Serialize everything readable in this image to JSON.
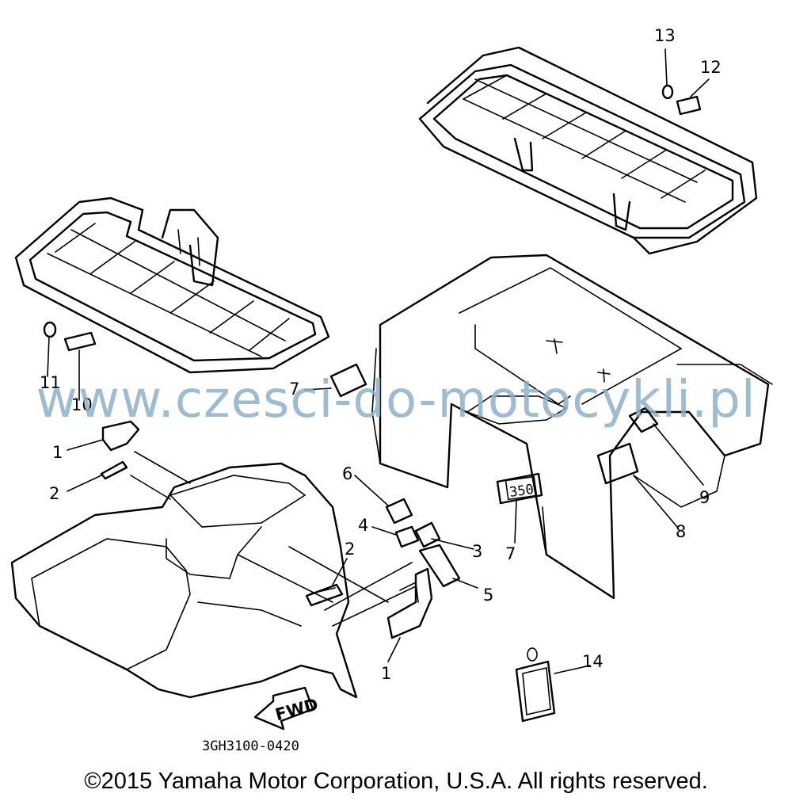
{
  "diagram": {
    "callouts": [
      {
        "id": "c1a",
        "label": "1"
      },
      {
        "id": "c2a",
        "label": "2"
      },
      {
        "id": "c2b",
        "label": "2"
      },
      {
        "id": "c1b",
        "label": "1"
      },
      {
        "id": "c3",
        "label": "3"
      },
      {
        "id": "c4",
        "label": "4"
      },
      {
        "id": "c5",
        "label": "5"
      },
      {
        "id": "c6",
        "label": "6"
      },
      {
        "id": "c7a",
        "label": "7"
      },
      {
        "id": "c7b",
        "label": "7"
      },
      {
        "id": "c8",
        "label": "8"
      },
      {
        "id": "c9",
        "label": "9"
      },
      {
        "id": "c10",
        "label": "10"
      },
      {
        "id": "c11",
        "label": "11"
      },
      {
        "id": "c12",
        "label": "12"
      },
      {
        "id": "c13",
        "label": "13"
      },
      {
        "id": "c14",
        "label": "14"
      }
    ],
    "fwd_label": "FWD",
    "emblem_text": "350",
    "drawing_code": "3GH3100-0420"
  },
  "watermark": "www.czesci-do-motocykli.pl",
  "copyright": "©2015 Yamaha Motor Corporation, U.S.A. All rights reserved."
}
